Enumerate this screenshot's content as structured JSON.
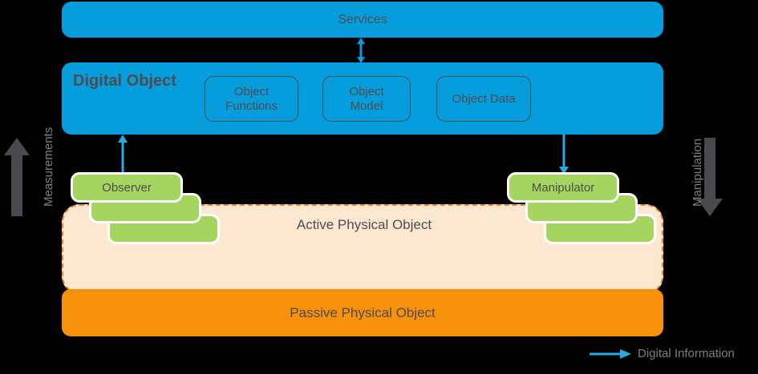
{
  "diagram": {
    "title_implicit": "Digital Twin Object Architecture",
    "services": {
      "label": "Services"
    },
    "digital_object": {
      "label": "Digital Object",
      "components": [
        {
          "label": "Object\nFunctions",
          "line1": "Object",
          "line2": "Functions"
        },
        {
          "label": "Object\nModel",
          "line1": "Object",
          "line2": "Model"
        },
        {
          "label": "Object Data",
          "line1": "Object Data",
          "line2": ""
        }
      ]
    },
    "active_physical_object": {
      "label": "Active Physical Object"
    },
    "passive_physical_object": {
      "label": "Passive Physical Object"
    },
    "observer": {
      "label": "Observer",
      "stack_count": 3
    },
    "manipulator": {
      "label": "Manipulator",
      "stack_count": 3
    },
    "side_flows": {
      "left": {
        "label": "Measurements",
        "direction": "up"
      },
      "right": {
        "label": "Manipulation",
        "direction": "down"
      }
    },
    "legend": {
      "label": "Digital Information",
      "arrow_direction": "right"
    },
    "colors": {
      "blue": "#069ddd",
      "green": "#a5d461",
      "orange": "#f7900b",
      "orange_dashed": "#f58220",
      "peach": "#fce8d0",
      "gray_arrow": "#4a4a4e",
      "gray_text": "#808083",
      "dark_text": "#4d4d4f",
      "background": "#000000"
    }
  }
}
